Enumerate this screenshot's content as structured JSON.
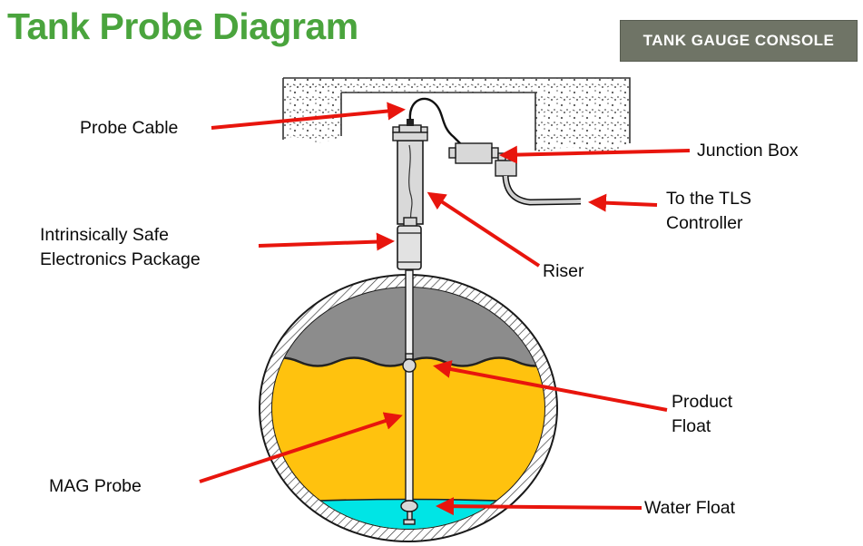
{
  "header": {
    "title": "Tank Probe Diagram",
    "console_button": "TANK GAUGE CONSOLE"
  },
  "labels": {
    "probe_cable": "Probe Cable",
    "junction_box": "Junction Box",
    "tls_line1": "To the TLS",
    "tls_line2": "Controller",
    "electronics_line1": "Intrinsically Safe",
    "electronics_line2": "Electronics Package",
    "riser": "Riser",
    "mag_probe": "MAG Probe",
    "product_float_line1": "Product",
    "product_float_line2": "Float",
    "water_float": "Water Float"
  },
  "colors": {
    "title_green": "#4aa43d",
    "console_bg": "#6f7466",
    "console_text": "#ffffff",
    "arrow_red": "#e8150d",
    "product_yellow": "#ffc20e",
    "water_cyan": "#00e5e5",
    "vapor_gray": "#8c8c8c"
  }
}
